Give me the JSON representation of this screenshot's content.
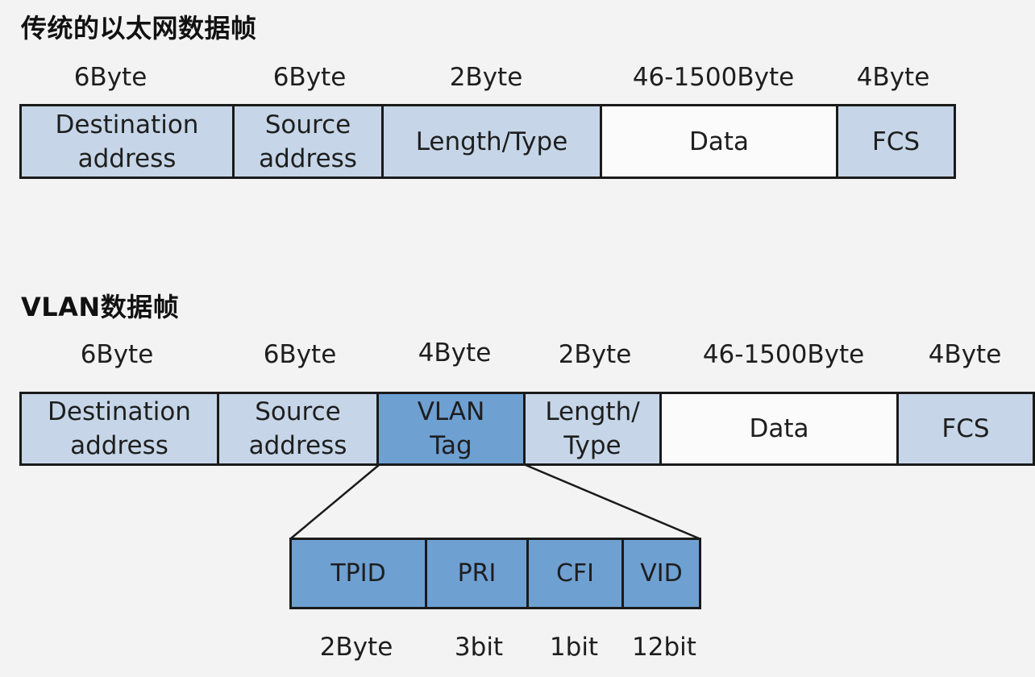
{
  "traditional": {
    "title": "传统的以太网数据帧",
    "sizes": [
      "6Byte",
      "6Byte",
      "2Byte",
      "46-1500Byte",
      "4Byte"
    ],
    "fields": [
      "Destination\naddress",
      "Source\naddress",
      "Length/Type",
      "Data",
      "FCS"
    ]
  },
  "vlan": {
    "title": "VLAN数据帧",
    "sizes": [
      "6Byte",
      "6Byte",
      "4Byte",
      "2Byte",
      "46-1500Byte",
      "4Byte"
    ],
    "fields": [
      "Destination\naddress",
      "Source\naddress",
      "VLAN\nTag",
      "Length/\nType",
      "Data",
      "FCS"
    ]
  },
  "tag": {
    "fields": [
      "TPID",
      "PRI",
      "CFI",
      "VID"
    ],
    "sizes": [
      "2Byte",
      "3bit",
      "1bit",
      "12bit"
    ]
  },
  "colors": {
    "light_field": "#c6d6e8",
    "tag_field": "#6ea0d2",
    "data_field": "#fbfbfb",
    "border": "#1a1a1a"
  }
}
